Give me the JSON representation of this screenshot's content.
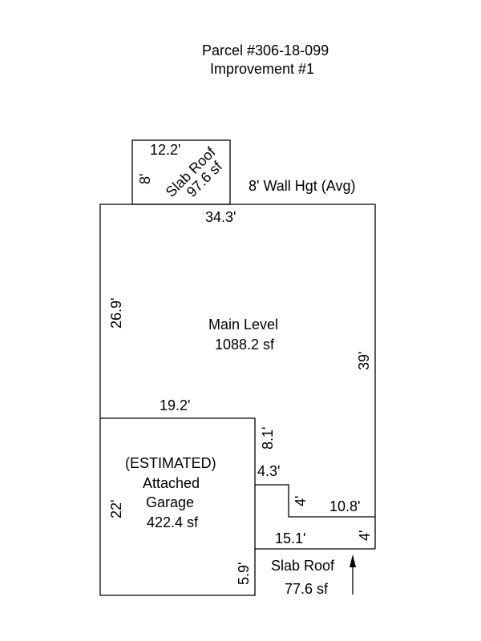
{
  "header": {
    "parcel": "Parcel #306-18-099",
    "improvement": "Improvement #1"
  },
  "sketch": {
    "wall_height": "8' Wall Hgt (Avg)",
    "main_level": {
      "name": "Main Level",
      "area": "1088.2 sf"
    },
    "garage": {
      "estimated": "(ESTIMATED)",
      "line1": "Attached",
      "line2": "Garage",
      "area": "422.4 sf"
    },
    "slab_roof_top": {
      "name": "Slab Roof",
      "area": "97.6 sf"
    },
    "slab_roof_bottom": {
      "name": "Slab Roof",
      "area": "77.6 sf"
    },
    "dimensions": {
      "slab_top_width": "12.2'",
      "slab_top_height": "8'",
      "main_top": "34.3'",
      "main_left": "26.9'",
      "main_right": "39'",
      "garage_top": "19.2'",
      "garage_left": "22'",
      "notch_vertical": "8.1'",
      "notch_horizontal": "4.3'",
      "step_vertical": "4'",
      "step_horizontal": "10.8'",
      "slab_bottom_right": "4'",
      "slab_bottom_width": "15.1'",
      "garage_lower_right": "5.9'"
    }
  }
}
